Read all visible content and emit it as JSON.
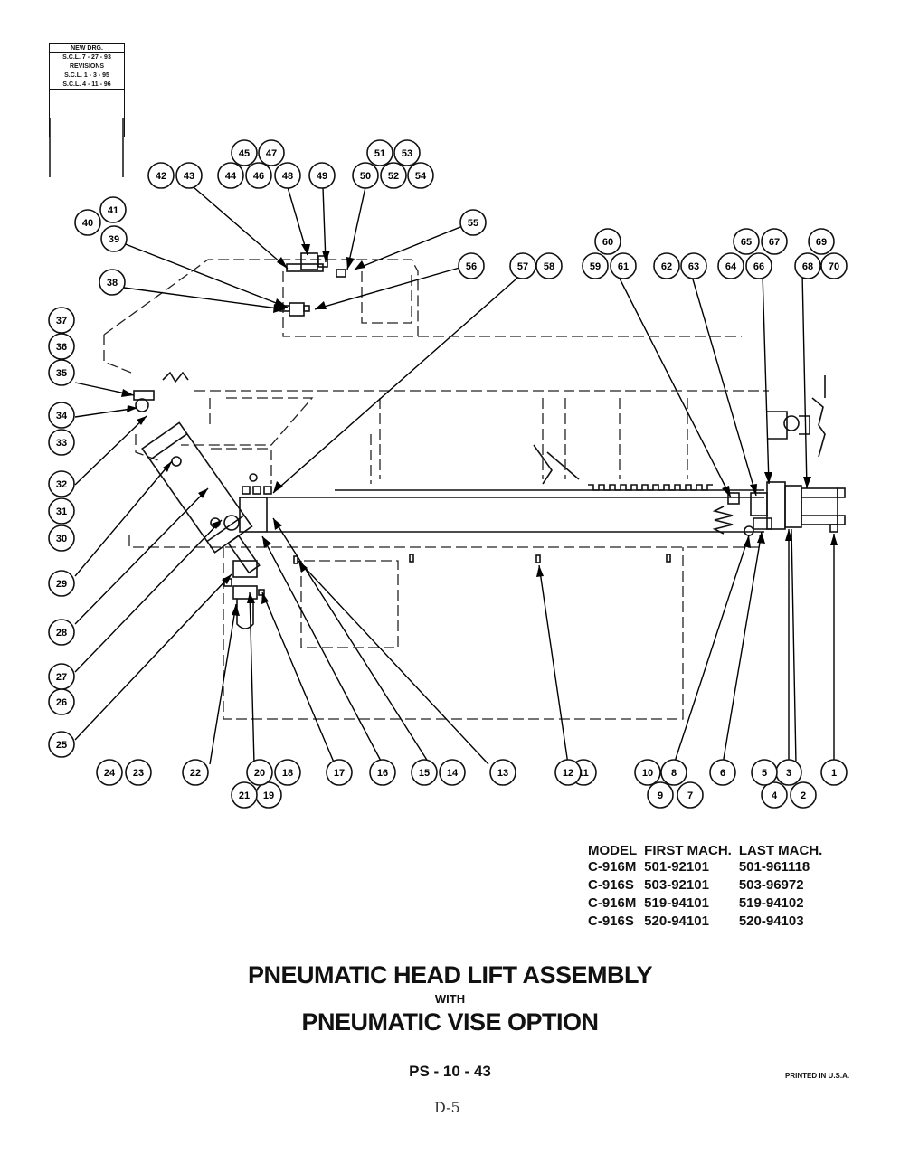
{
  "revision_block": {
    "lines": [
      "NEW DRG.",
      "S.C.L. 7 - 27 - 93",
      "REVISIONS",
      "S.C.L. 1 - 3 - 95",
      "S.C.L. 4 - 11 - 96"
    ]
  },
  "callouts": [
    "1",
    "2",
    "3",
    "4",
    "5",
    "6",
    "7",
    "8",
    "9",
    "10",
    "11",
    "12",
    "13",
    "14",
    "15",
    "16",
    "17",
    "18",
    "19",
    "20",
    "21",
    "22",
    "23",
    "24",
    "25",
    "26",
    "27",
    "28",
    "29",
    "30",
    "31",
    "32",
    "33",
    "34",
    "35",
    "36",
    "37",
    "38",
    "39",
    "40",
    "41",
    "42",
    "43",
    "44",
    "45",
    "46",
    "47",
    "48",
    "49",
    "50",
    "51",
    "52",
    "53",
    "54",
    "55",
    "56",
    "57",
    "58",
    "59",
    "60",
    "61",
    "62",
    "63",
    "64",
    "65",
    "66",
    "67",
    "68",
    "69",
    "70"
  ],
  "model_table": {
    "headers": [
      "MODEL",
      "FIRST MACH.",
      "LAST MACH."
    ],
    "rows": [
      [
        "C-916M",
        "501-92101",
        "501-961118"
      ],
      [
        "C-916S",
        "503-92101",
        "503-96972"
      ],
      [
        "C-916M",
        "519-94101",
        "519-94102"
      ],
      [
        "C-916S",
        "520-94101",
        "520-94103"
      ]
    ]
  },
  "title": {
    "line1": "PNEUMATIC HEAD LIFT ASSEMBLY",
    "with": "WITH",
    "line2": "PNEUMATIC VISE OPTION"
  },
  "page_code": "PS - 10 - 43",
  "printed": "PRINTED IN U.S.A.",
  "handwritten_note": "D-5"
}
